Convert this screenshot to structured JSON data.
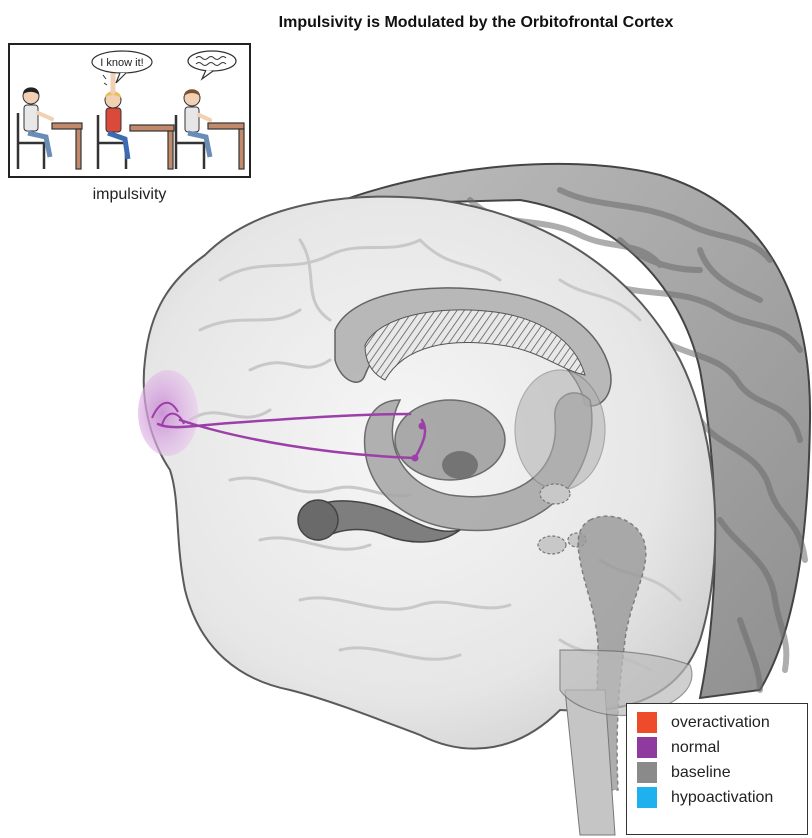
{
  "title": "Impulsivity is Modulated by the Orbitofrontal Cortex",
  "cartoon": {
    "caption": "impulsivity",
    "speech_bubble_text": "I know it!"
  },
  "legend": [
    {
      "label": "overactivation",
      "color": "#ee4b2b"
    },
    {
      "label": "normal",
      "color": "#8e3a9f"
    },
    {
      "label": "baseline",
      "color": "#8a8a8a"
    },
    {
      "label": "hypoactivation",
      "color": "#1fb0ee"
    }
  ],
  "colors": {
    "pathway": "#9c3fa8",
    "ofc_highlight": "#d9a6e0"
  }
}
